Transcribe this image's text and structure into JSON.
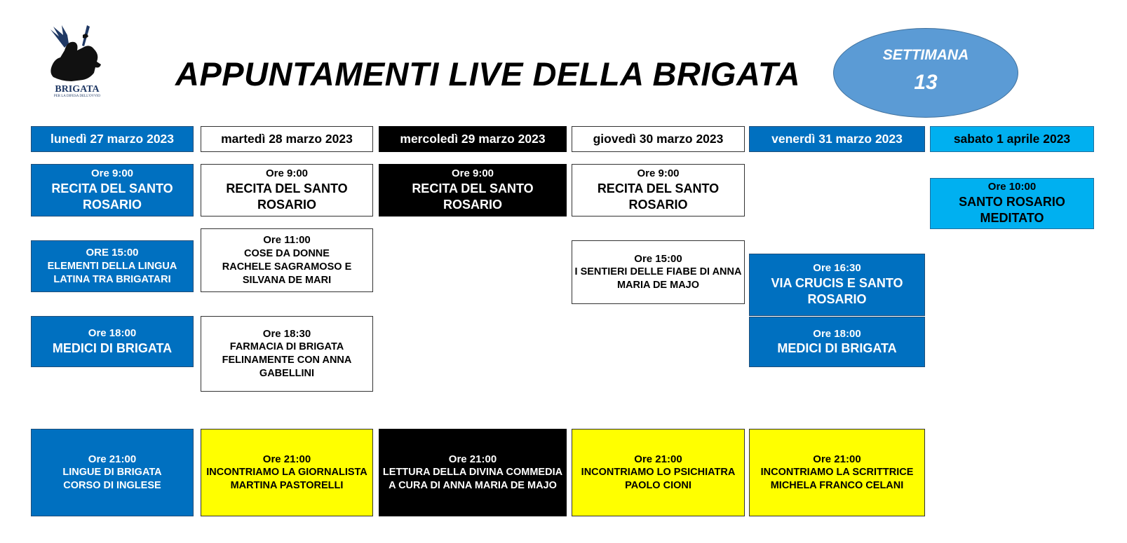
{
  "title": "APPUNTAMENTI LIVE DELLA BRIGATA",
  "week": {
    "label": "SETTIMANA",
    "number": "13"
  },
  "logo": {
    "text": "BRIGATA",
    "subtext": "PER LA DIFESA DELL'OVVIO"
  },
  "days": [
    {
      "label": "lunedì 27 marzo 2023"
    },
    {
      "label": "martedì 28 marzo 2023"
    },
    {
      "label": "mercoledì 29 marzo 2023"
    },
    {
      "label": "giovedì 30 marzo 2023"
    },
    {
      "label": "venerdì 31 marzo 2023"
    },
    {
      "label": "sabato 1 aprile 2023"
    }
  ],
  "events": {
    "mon_1": {
      "time": "Ore 9:00",
      "line1": "RECITA DEL SANTO",
      "line2": "ROSARIO"
    },
    "mon_2": {
      "time": "ORE 15:00",
      "line1": "ELEMENTI DELLA LINGUA",
      "line2": "LATINA TRA BRIGATARI"
    },
    "mon_3": {
      "time": "Ore 18:00",
      "line1": "MEDICI DI BRIGATA"
    },
    "mon_4": {
      "time": "Ore 21:00",
      "line1": "LINGUE DI BRIGATA",
      "line2": "CORSO DI INGLESE"
    },
    "tue_1": {
      "time": "Ore 9:00",
      "line1": "RECITA DEL SANTO ROSARIO"
    },
    "tue_2": {
      "time": "Ore 11:00",
      "line1": "COSE DA DONNE",
      "line2": "RACHELE SAGRAMOSO E",
      "line3": "SILVANA DE MARI"
    },
    "tue_3": {
      "time": "Ore 18:30",
      "line1": "FARMACIA DI BRIGATA",
      "line2": "FELINAMENTE CON ANNA",
      "line3": "GABELLINI"
    },
    "tue_4": {
      "time": "Ore 21:00",
      "line1": "INCONTRIAMO LA GIORNALISTA",
      "line2": "MARTINA PASTORELLI"
    },
    "wed_1": {
      "time": "Ore 9:00",
      "line1": "RECITA DEL SANTO",
      "line2": "ROSARIO"
    },
    "wed_2": {
      "time": "Ore 21:00",
      "line1": "LETTURA DELLA DIVINA COMMEDIA",
      "line2": "A CURA DI ANNA MARIA DE MAJO"
    },
    "thu_1": {
      "time": "Ore 9:00",
      "line1": "RECITA DEL SANTO ROSARIO"
    },
    "thu_2": {
      "time": "Ore 15:00",
      "line1": "I SENTIERI DELLE FIABE DI ANNA",
      "line2": "MARIA DE MAJO"
    },
    "thu_3": {
      "time": "Ore 21:00",
      "line1": "INCONTRIAMO LO PSICHIATRA",
      "line2": "PAOLO CIONI"
    },
    "fri_1": {
      "time": "Ore 16:30",
      "line1": "VIA CRUCIS E SANTO",
      "line2": "ROSARIO"
    },
    "fri_2": {
      "time": "Ore 18:00",
      "line1": "MEDICI DI BRIGATA"
    },
    "fri_3": {
      "time": "Ore 21:00",
      "line1": "INCONTRIAMO LA SCRITTRICE",
      "line2": "MICHELA FRANCO CELANI"
    },
    "sat_1": {
      "time": "Ore 10:00",
      "line1": "SANTO ROSARIO",
      "line2": "MEDITATO"
    }
  },
  "colors": {
    "blue": "#0070c0",
    "black": "#000000",
    "yellow": "#ffff00",
    "cyan": "#00b0f0",
    "oval": "#5b9bd5"
  }
}
